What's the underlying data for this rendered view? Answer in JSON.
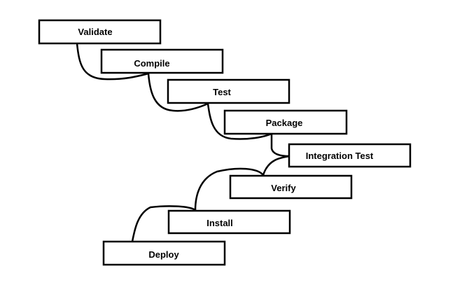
{
  "diagram": {
    "steps": [
      {
        "label": "Validate"
      },
      {
        "label": "Compile"
      },
      {
        "label": "Test"
      },
      {
        "label": "Package"
      },
      {
        "label": "Integration Test"
      },
      {
        "label": "Verify"
      },
      {
        "label": "Install"
      },
      {
        "label": "Deploy"
      }
    ],
    "colors": {
      "stroke": "#000000",
      "fill": "#ffffff",
      "background": "#ffffff"
    }
  }
}
